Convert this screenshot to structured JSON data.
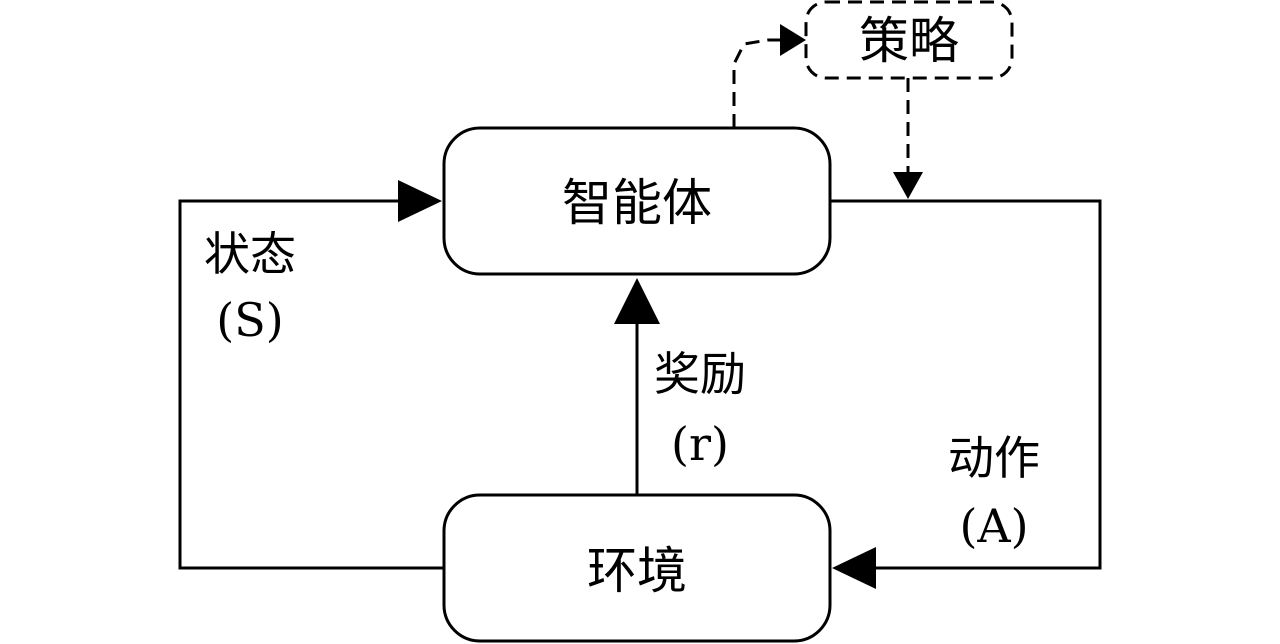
{
  "nodes": {
    "agent": "智能体",
    "environment": "环境",
    "policy": "策略"
  },
  "edges": {
    "state": {
      "label": "状态",
      "symbol": "(S)"
    },
    "reward": {
      "label": "奖励",
      "symbol": "(r)"
    },
    "action": {
      "label": "动作",
      "symbol": "(A)"
    }
  }
}
